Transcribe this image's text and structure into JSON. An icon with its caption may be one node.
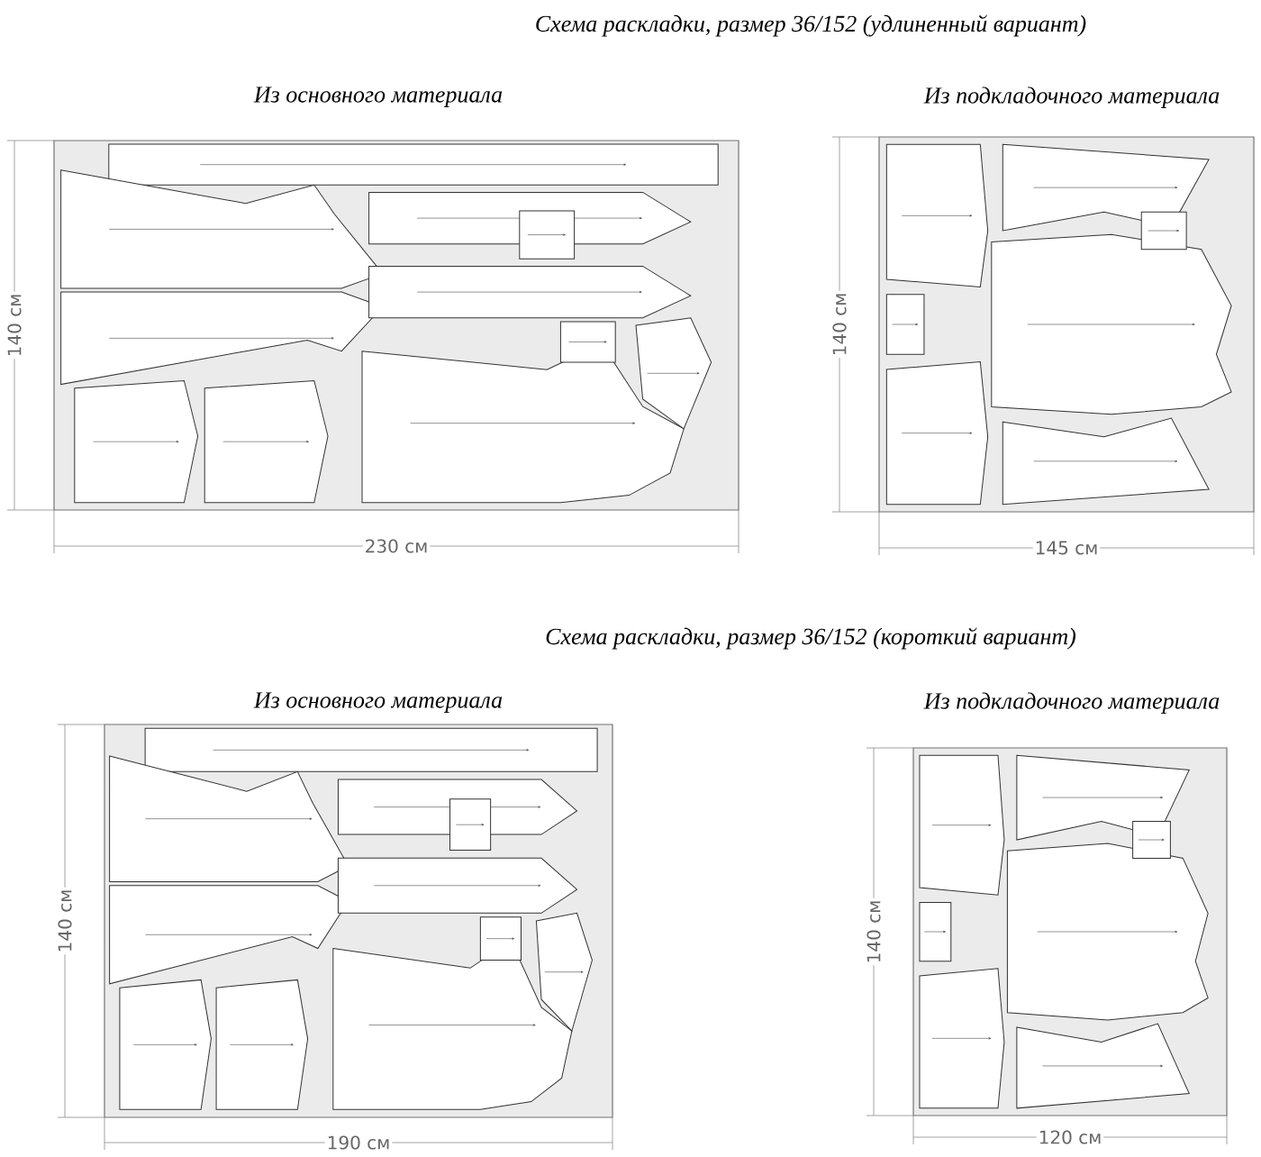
{
  "diagram": {
    "labels": [
      "Схема раскладки, размер 36/152 (удлиненный вариант)",
      "Из основного материала",
      "Из подкладочного материала",
      "140 см",
      "230 см",
      "140 см",
      "145 см",
      "Схема раскладки, размер 36/152 (короткий вариант)",
      "Из основного материала",
      "Из подкладочного материала",
      "140 см",
      "190 см",
      "140 см",
      "120 см"
    ]
  }
}
